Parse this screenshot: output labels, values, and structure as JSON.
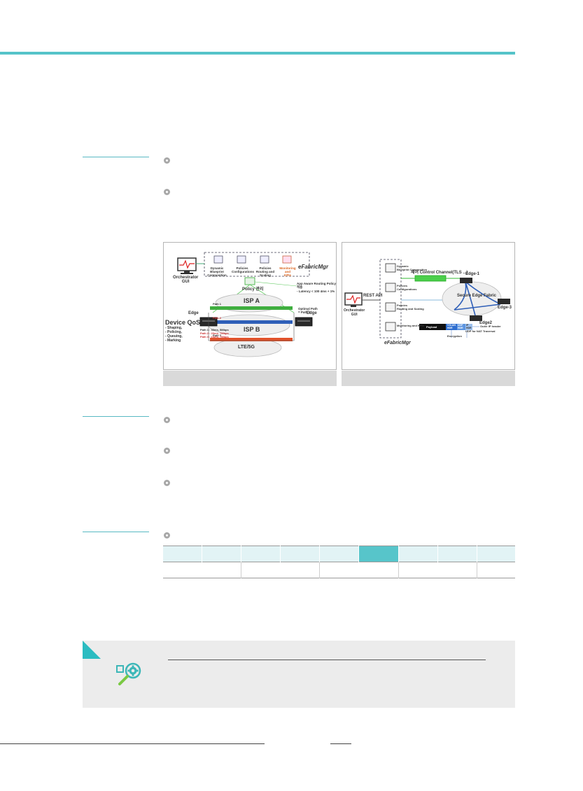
{
  "figures": {
    "left": {
      "orchestrator_label": "Orchestrator\nGUI",
      "functions": [
        "Dynamic\nBlueprint Composition",
        "Policies\nConfigurations",
        "Policies\nRouting and Scaling",
        "Monitoring and\nKPIs"
      ],
      "brand": "eFabricMgr",
      "policy_label": "Policy 관리",
      "policy_note": "App Aware Routing Policy 적용\n- Latency < 100 4ms + 1%",
      "isp_a": "ISP A",
      "isp_b": "ISP B",
      "lte": "LTE/5G",
      "edge_left": "Edge",
      "edge_right": "Edge",
      "device_qos_title": "Device QoS",
      "device_qos_items": "- Shaping,\n- Policing,\n- Queuing,\n- Marking",
      "paths": [
        "Path 1 : 30ms, 5Mbps",
        "Path 2 : 20ms, 7Mbps",
        "Path 3 : 15ms, 7Mbps"
      ],
      "path_labels": [
        "Path 1",
        "Path 2",
        "Path 3"
      ],
      "optimal_path": "Optimal Path\n= Path 1"
    },
    "right": {
      "orchestrator_label": "Orchestrator\nGUI",
      "rest_api": "REST API",
      "functions": [
        "Dynamic\nBlueprint Composition",
        "Policies\nConfigurations",
        "Policies\nRouting and Scaling",
        "Monitoring and KPIs"
      ],
      "brand": "eFabricMgr",
      "control_channel": "제어 Control Channel(TLS ...)",
      "fabric_label": "Secure Edge Fabric",
      "edge1": "Edge-1",
      "edge2": "Edge2",
      "edge3": "Edge-3",
      "packet_segments": [
        "Payload",
        "VXLAN\nHDR",
        "UDP\nHDR",
        "IP\nHDR"
      ],
      "packet_notes": [
        "Outer IP header",
        "UDP for NAT Traversal",
        "Encryption"
      ]
    }
  },
  "colors": {
    "accent_teal": "#55c3c9",
    "table_header": "#e2f3f5",
    "table_highlight": "#57c5ca",
    "isp_a": "#3fae3f",
    "isp_b": "#2f5fb8",
    "lte": "#e2522a",
    "note_icon": "#2bbcc1"
  },
  "icons": [
    "bullet-icon",
    "monitor-icon",
    "cloud-icon",
    "router-icon",
    "magnifier-gear-icon",
    "corner-triangle-icon"
  ]
}
